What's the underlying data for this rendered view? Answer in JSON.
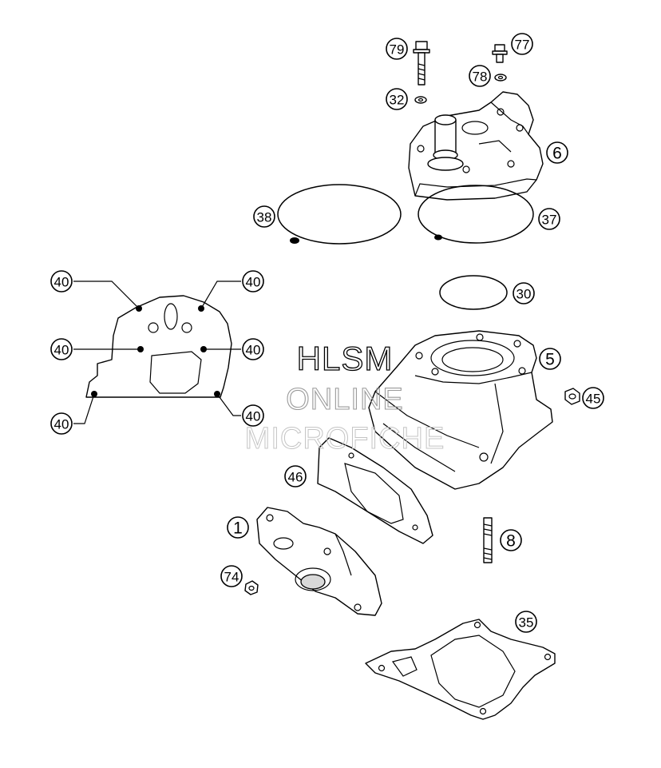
{
  "watermark": {
    "line1": "HLSM",
    "line2": "ONLINE",
    "line3": "MICROFICHE"
  },
  "callouts": [
    {
      "id": "c79",
      "label": "79"
    },
    {
      "id": "c77",
      "label": "77"
    },
    {
      "id": "c78",
      "label": "78"
    },
    {
      "id": "c32",
      "label": "32"
    },
    {
      "id": "c6",
      "label": "6"
    },
    {
      "id": "c38",
      "label": "38"
    },
    {
      "id": "c37",
      "label": "37"
    },
    {
      "id": "c30",
      "label": "30"
    },
    {
      "id": "c5",
      "label": "5"
    },
    {
      "id": "c45",
      "label": "45"
    },
    {
      "id": "c40a",
      "label": "40"
    },
    {
      "id": "c40b",
      "label": "40"
    },
    {
      "id": "c40c",
      "label": "40"
    },
    {
      "id": "c40d",
      "label": "40"
    },
    {
      "id": "c40e",
      "label": "40"
    },
    {
      "id": "c40f",
      "label": "40"
    },
    {
      "id": "c46",
      "label": "46"
    },
    {
      "id": "c1",
      "label": "1"
    },
    {
      "id": "c8",
      "label": "8"
    },
    {
      "id": "c74",
      "label": "74"
    },
    {
      "id": "c35",
      "label": "35"
    }
  ]
}
